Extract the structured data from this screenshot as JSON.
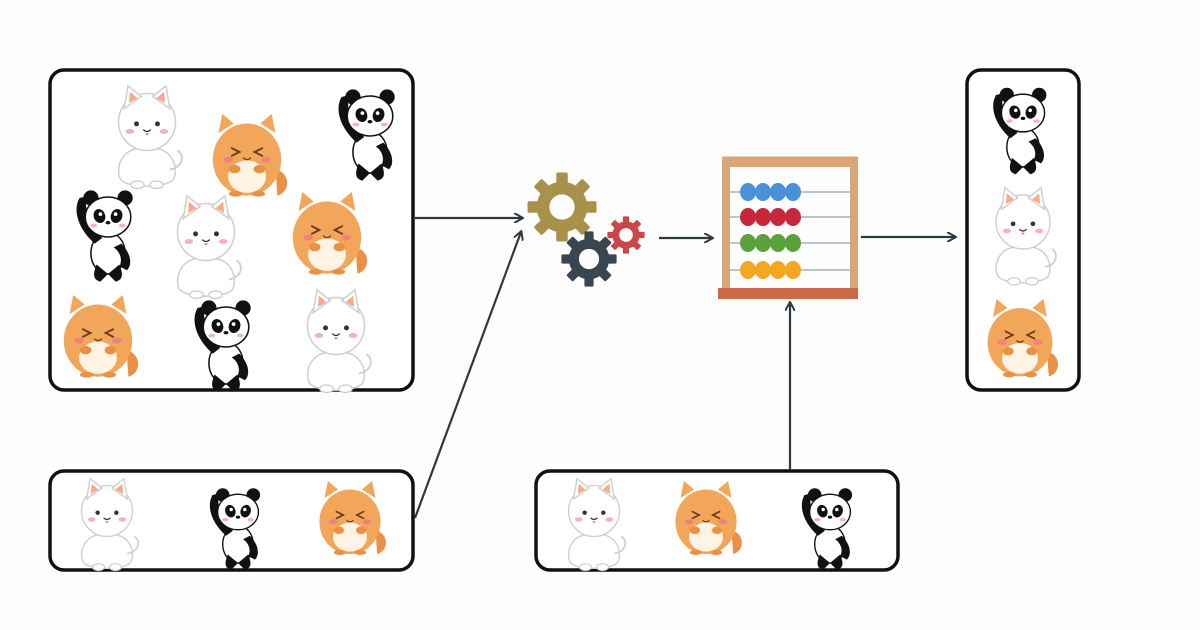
{
  "colors": {
    "background": "#fdfdfd",
    "box_border": "#111111",
    "arrow": "#2b3a42",
    "cat_fur": "#ffffff",
    "cat_outline": "#cfcfcf",
    "hamster_fur": "#f2a65a",
    "hamster_belly": "#fff3e4",
    "panda_black": "#111111",
    "gear_gold": "#a8914a",
    "gear_dark": "#3a454f",
    "gear_red": "#c9474a",
    "abacus_frame": "#d9a67a",
    "abacus_base": "#c9694a",
    "bead_blue": "#4a90d9",
    "bead_red": "#c8263a",
    "bead_green": "#5aa03c",
    "bead_orange": "#f5a623"
  },
  "input_set": {
    "animals": [
      "cat",
      "hamster",
      "panda",
      "panda",
      "cat",
      "hamster",
      "hamster",
      "panda",
      "cat"
    ]
  },
  "query_set_left": {
    "animals": [
      "cat",
      "panda",
      "hamster"
    ]
  },
  "query_set_right": {
    "animals": [
      "cat",
      "hamster",
      "panda"
    ]
  },
  "processor": {
    "icon": "gears-icon"
  },
  "counter": {
    "icon": "abacus-icon"
  },
  "output_set": {
    "animals": [
      "panda",
      "cat",
      "hamster"
    ]
  }
}
